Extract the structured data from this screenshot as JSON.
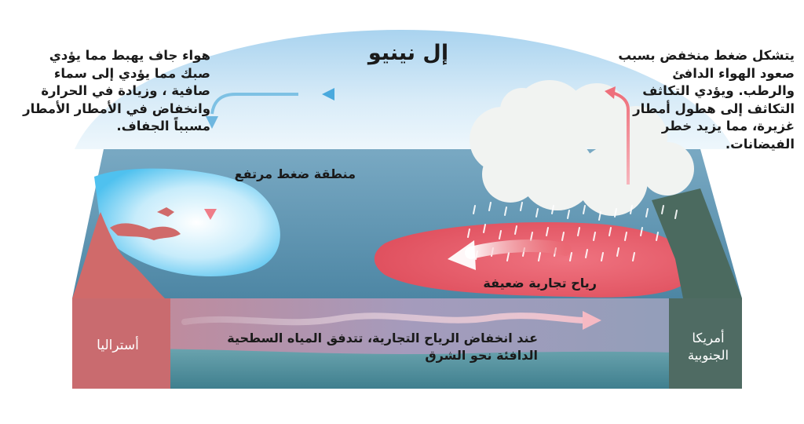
{
  "title": "إل نينيو",
  "notes": {
    "left": "هواء جاف يهبط مما يؤدي صبك مما يؤدي إلى سماء صافية ، وزيادة في الحرارة وانخفاض في الأمطار الأمطار مسبباً الجفاف.",
    "right": "يتشكل ضغط منخفض بسبب صعود الهواء الدافئ والرطب. ويؤدي التكاثف التكاثف إلى هطول أمطار غزيرة، مما يزيد خطر الفيضانات.",
    "high_pressure": "منطقة ضغط مرتفع",
    "trade_winds": "رياح تجارية ضعيفة",
    "surface_flow": "عند انخفاض الرياح التجارية، تتدفق المياه السطحية الدافئة نحو الشرق"
  },
  "regions": {
    "australia": "أستراليا",
    "south_america": "أمريكا الجنوبية"
  },
  "colors": {
    "sky": "#cfe6f5",
    "ocean_surface": "#5a8fab",
    "ocean_front": "#9a93b2",
    "warm_pool": "#e7606e",
    "cold_patch": "#7fd0f2",
    "land_australia": "#d06a6a",
    "land_south_america": "#4f6b63",
    "arrow_warm": "#ef7c86",
    "arrow_cold": "#5fb0de"
  }
}
